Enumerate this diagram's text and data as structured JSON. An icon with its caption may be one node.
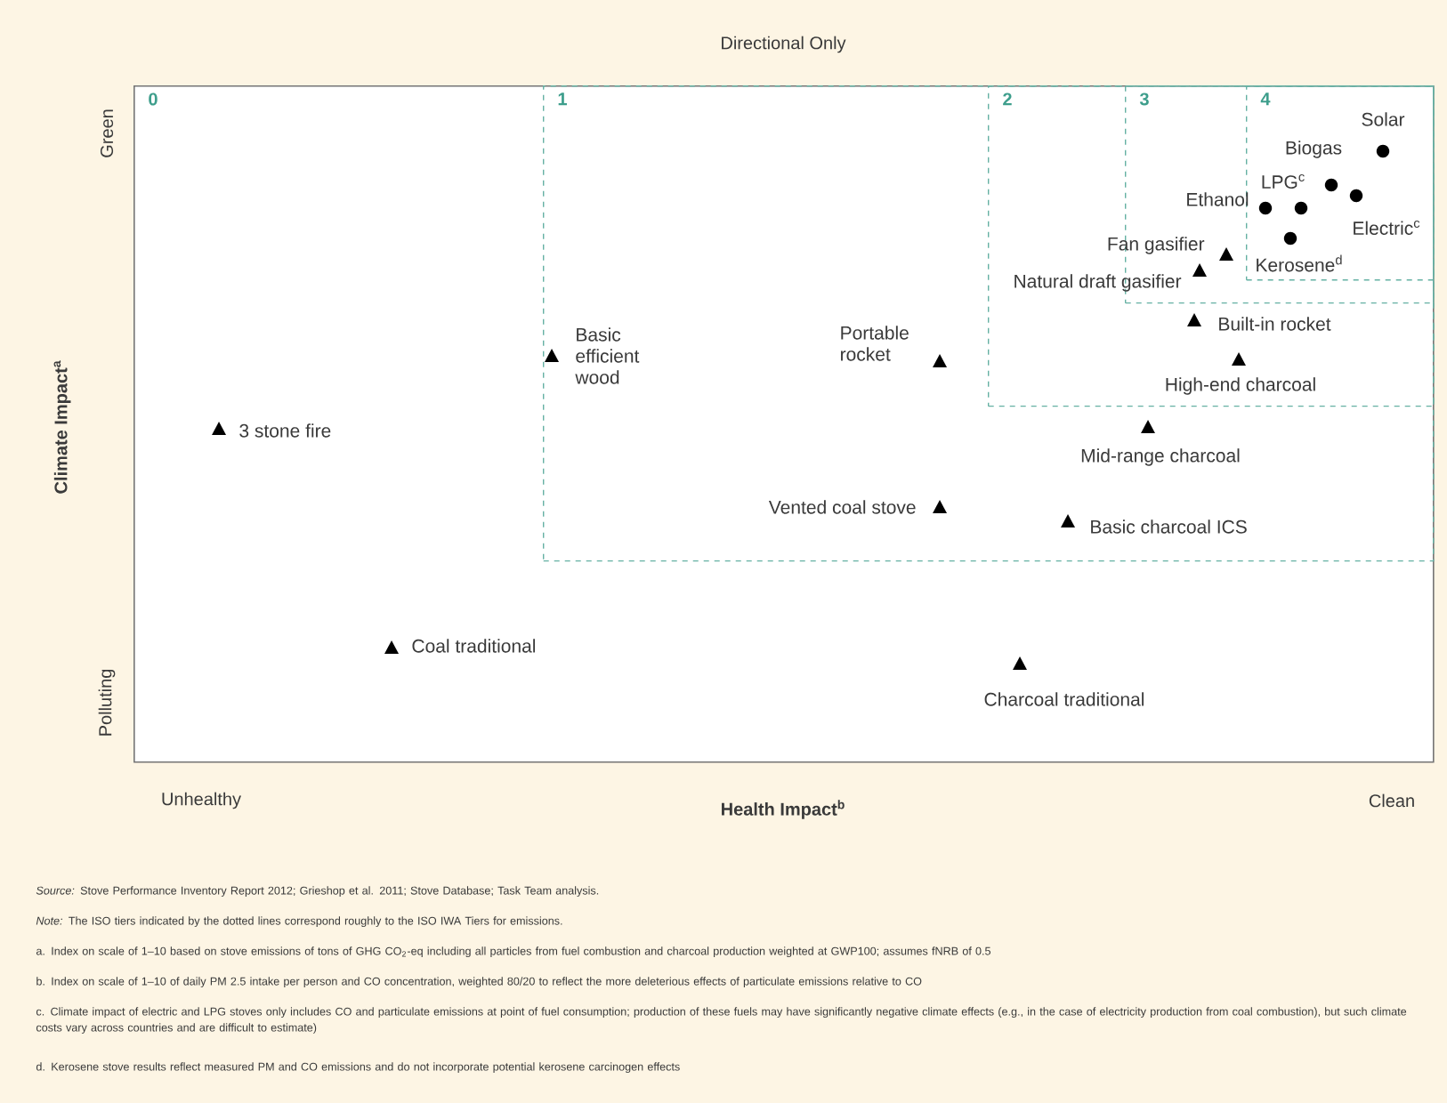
{
  "diagram": {
    "nodes": [
      {
        "text": [
          "0"
        ]
      },
      {
        "text": [
          "1"
        ],
        "in": 0
      },
      {
        "text": [
          "2"
        ],
        "in": 1
      },
      {
        "text": [
          "3"
        ],
        "in": 2
      },
      {
        "text": [
          "4"
        ],
        "in": 3
      }
    ],
    "labels": [
      "Directional Only",
      "Green",
      "Climate Impact$^{a}$",
      "Polluting",
      "Solar",
      "Biogas",
      "LPG$^{c}$",
      "Ethanol",
      "Electric$^{c}$",
      "Fan gasifier",
      "Kerosene$^{d}$",
      "Natural draft gasifier",
      "Basic efficient wood",
      "Portable rocket",
      "Built-in rocket",
      "High-end charcoal",
      "3 stone fire",
      "Mid-range charcoal",
      "Vented coal stove",
      "Basic charcoal ICS",
      "Coal traditional",
      "Charcoal traditional",
      "Unhealthy",
      "Health Impact$^{b}$",
      "Clean",
      "*Source:* Stove Performance Inventory Report 2012; Grieshop et al. 2011; Stove Database; Task Team analysis.",
      "*Note:* The ISO tiers indicated by the dotted lines correspond roughly to the ISO IWA Tiers for emissions.",
      "a. Index on scale of 1–10 based on stove emissions of tons of GHG CO$_{2}$-eq including all particles from fuel combustion and charcoal production weighted at GWP100; assumes fNRB of 0.5",
      "b. Index on scale of 1–10 of daily PM 2.5 intake per person and CO concentration, weighted 80/20 to reflect the more deleterious effects of particulate emissions relative to CO",
      "c. Climate impact of electric and LPG stoves only includes CO and particulate emissions at point of fuel consumption; production of these fuels may have significantly negative climate effects (e.g., in the case of electricity production from coal combustion), but such climate costs vary across countries and are difficult to estimate)",
      "d. Kerosene stove results reflect measured PM and CO emissions and do not incorporate potential kerosene carcinogen effects"
    ]
  }
}
